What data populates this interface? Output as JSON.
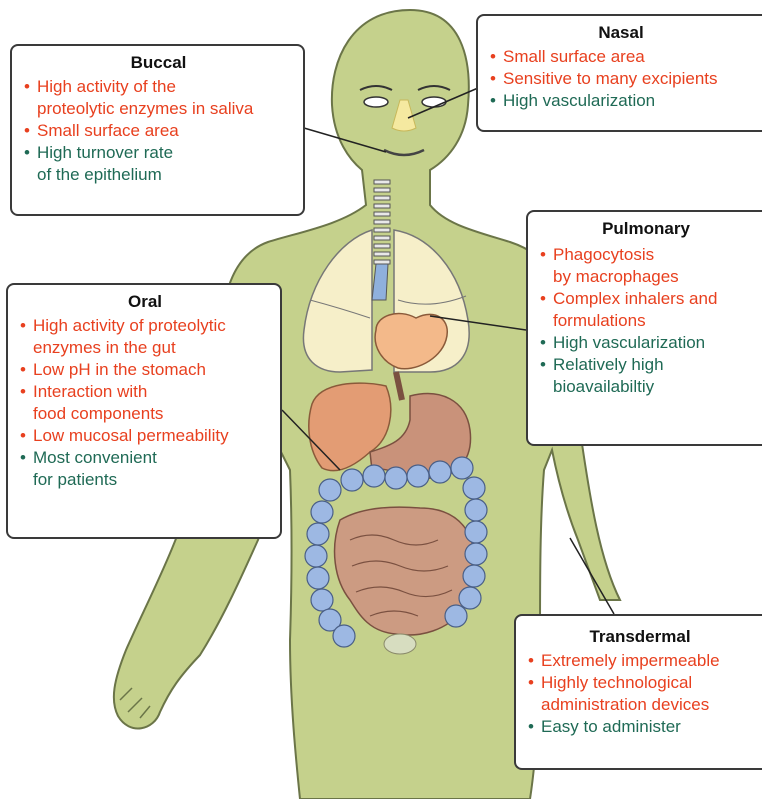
{
  "colors": {
    "body_fill": "#c5d18c",
    "body_outline": "#6b7548",
    "negative_text": "#e8401f",
    "positive_text": "#1f6a55",
    "lung": "#f6efc9",
    "liver": "#e39c74",
    "stomach": "#c9927a",
    "heart": "#f3b98a",
    "colon": "#9db8e3",
    "small_intestine": "#cc9b82"
  },
  "callouts": {
    "buccal": {
      "title": "Buccal",
      "items": [
        {
          "text": "High activity of the",
          "kind": "neg"
        },
        {
          "text": "proteolytic enzymes in saliva",
          "kind": "neg-cont"
        },
        {
          "text": "Small surface area",
          "kind": "neg"
        },
        {
          "text": "High turnover rate",
          "kind": "pos"
        },
        {
          "text": "of the epithelium",
          "kind": "pos-cont"
        }
      ]
    },
    "nasal": {
      "title": "Nasal",
      "items": [
        {
          "text": "Small surface area",
          "kind": "neg"
        },
        {
          "text": "Sensitive to many excipients",
          "kind": "neg"
        },
        {
          "text": "High vascularization",
          "kind": "pos"
        }
      ]
    },
    "pulmonary": {
      "title": "Pulmonary",
      "items": [
        {
          "text": "Phagocytosis",
          "kind": "neg"
        },
        {
          "text": "by macrophages",
          "kind": "neg-cont"
        },
        {
          "text": "Complex inhalers and",
          "kind": "neg"
        },
        {
          "text": "formulations",
          "kind": "neg-cont"
        },
        {
          "text": "High vascularization",
          "kind": "pos"
        },
        {
          "text": "Relatively high",
          "kind": "pos"
        },
        {
          "text": "bioavailabiltiy",
          "kind": "pos-cont"
        }
      ]
    },
    "oral": {
      "title": "Oral",
      "items": [
        {
          "text": "High activity of proteolytic",
          "kind": "neg"
        },
        {
          "text": "enzymes in the gut",
          "kind": "neg-cont"
        },
        {
          "text": "Low pH in the stomach",
          "kind": "neg"
        },
        {
          "text": "Interaction with",
          "kind": "neg"
        },
        {
          "text": "food components",
          "kind": "neg-cont"
        },
        {
          "text": "Low mucosal permeability",
          "kind": "neg"
        },
        {
          "text": "Most convenient",
          "kind": "pos"
        },
        {
          "text": "for patients",
          "kind": "pos-cont"
        }
      ]
    },
    "transdermal": {
      "title": "Transdermal",
      "items": [
        {
          "text": "Extremely impermeable",
          "kind": "neg"
        },
        {
          "text": "Highly technological",
          "kind": "neg"
        },
        {
          "text": "administration devices",
          "kind": "neg-cont"
        },
        {
          "text": "Easy to administer",
          "kind": "pos"
        }
      ]
    }
  }
}
